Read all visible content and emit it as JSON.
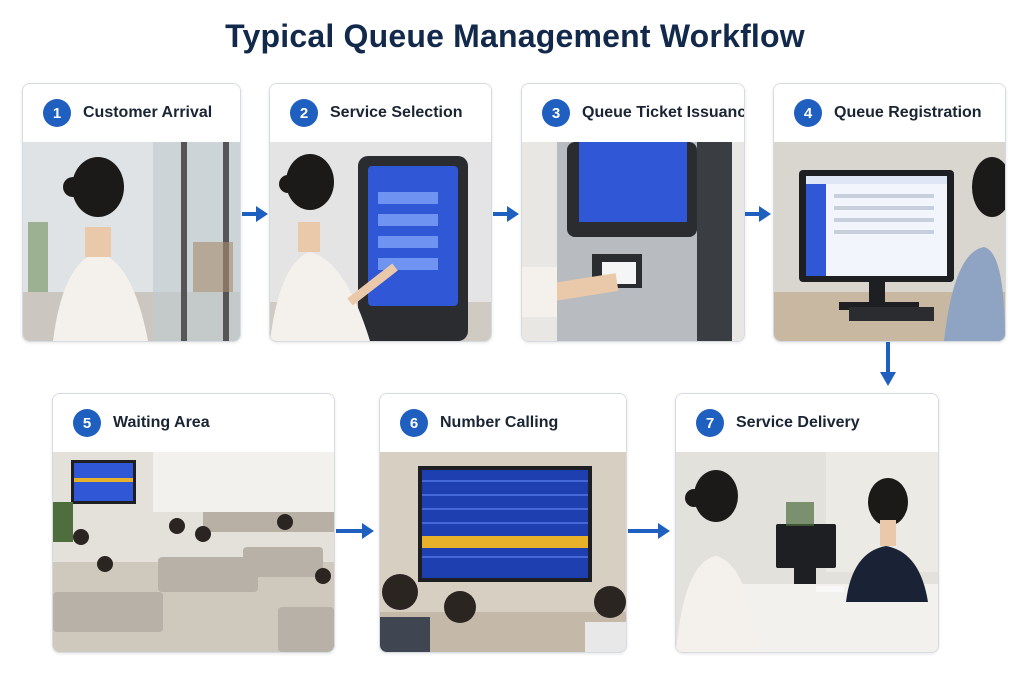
{
  "title": "Typical Queue Management Workflow",
  "accent_color": "#1f5fbf",
  "steps": [
    {
      "number": "1",
      "label": "Customer Arrival"
    },
    {
      "number": "2",
      "label": "Service Selection"
    },
    {
      "number": "3",
      "label": "Queue Ticket Issuance"
    },
    {
      "number": "4",
      "label": "Queue Registration"
    },
    {
      "number": "5",
      "label": "Waiting Area"
    },
    {
      "number": "6",
      "label": "Number Calling"
    },
    {
      "number": "7",
      "label": "Service Delivery"
    }
  ]
}
